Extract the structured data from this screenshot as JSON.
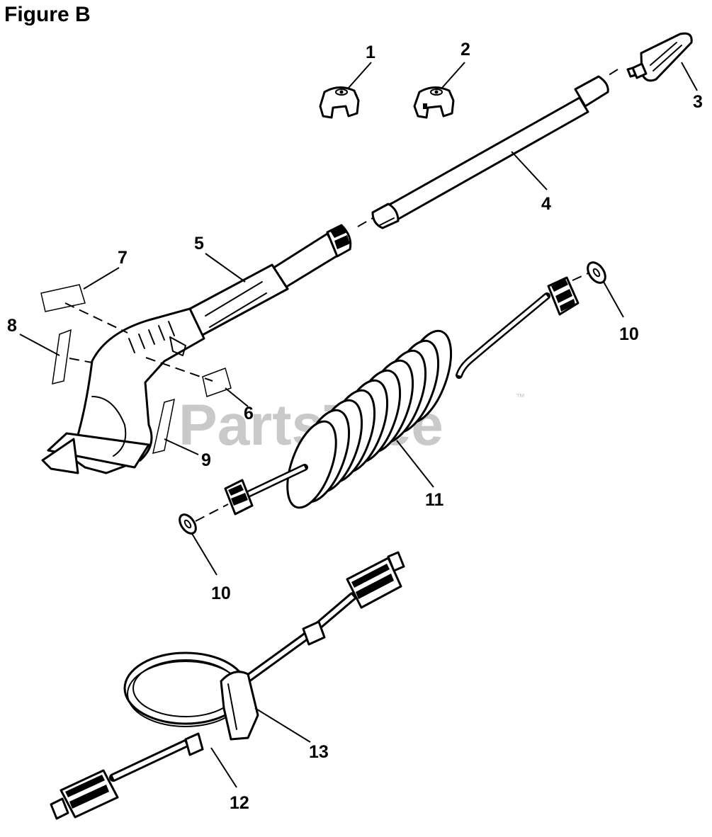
{
  "figure_title": "Figure B",
  "watermark": {
    "text": "PartsTree",
    "trademark": "™"
  },
  "callouts": [
    {
      "id": "1",
      "label": "1"
    },
    {
      "id": "2",
      "label": "2"
    },
    {
      "id": "3",
      "label": "3"
    },
    {
      "id": "4",
      "label": "4"
    },
    {
      "id": "5",
      "label": "5"
    },
    {
      "id": "6",
      "label": "6"
    },
    {
      "id": "7",
      "label": "7"
    },
    {
      "id": "8",
      "label": "8"
    },
    {
      "id": "9",
      "label": "9"
    },
    {
      "id": "10a",
      "label": "10"
    },
    {
      "id": "10b",
      "label": "10"
    },
    {
      "id": "11",
      "label": "11"
    },
    {
      "id": "12",
      "label": "12"
    },
    {
      "id": "13",
      "label": "13"
    }
  ]
}
